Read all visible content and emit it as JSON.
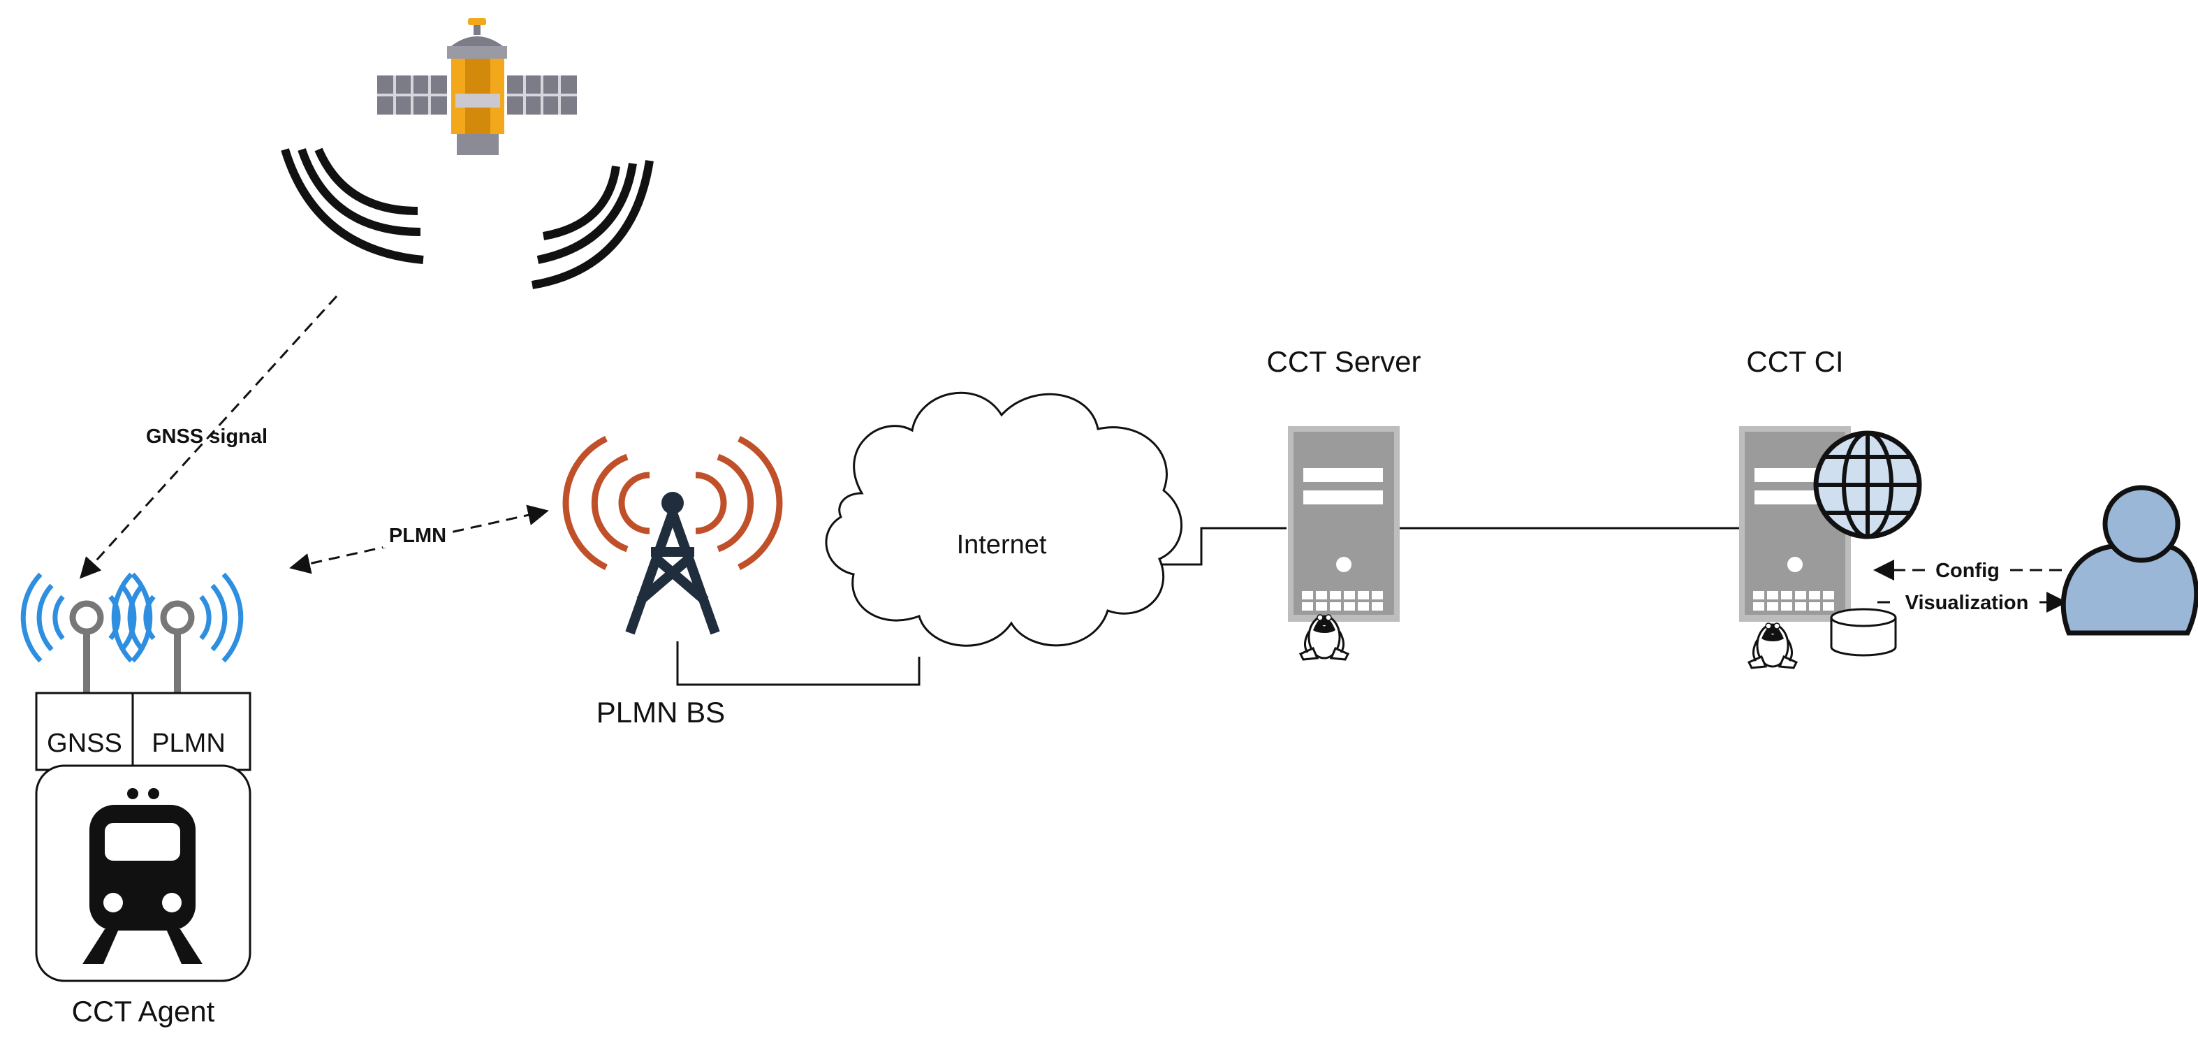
{
  "labels": {
    "gnss_signal": "GNSS signal",
    "plmn_link": "PLMN",
    "internet": "Internet",
    "plmn_bs": "PLMN BS",
    "cct_server": "CCT Server",
    "cct_ci": "CCT CI",
    "config": "Config",
    "visualization": "Visualization",
    "gnss_module": "GNSS",
    "plmn_module": "PLMN",
    "cct_agent": "CCT Agent"
  },
  "colors": {
    "line": "#111111",
    "antenna_waves": "#2e8ee0",
    "tower_waves": "#c0502a",
    "tower": "#1f2d3d",
    "server_body": "#999999",
    "server_frame": "#bdbdbd",
    "user": "#9ab7d8",
    "globe": "#cfdff0",
    "satellite_body": "#f2a81a",
    "satellite_panel": "#7c7c88"
  },
  "icons": {
    "satellite": "satellite-icon",
    "tower": "cell-tower-icon",
    "cloud": "cloud-icon",
    "server": "server-icon",
    "globe": "globe-icon",
    "database": "database-icon",
    "linux": "tux-icon",
    "user": "user-icon",
    "train": "train-icon",
    "antenna": "antenna-icon"
  }
}
